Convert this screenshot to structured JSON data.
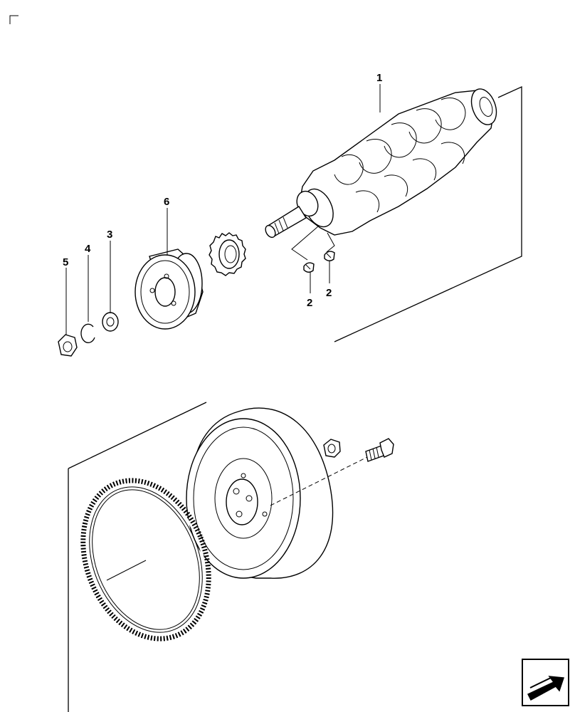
{
  "callouts": [
    {
      "id": "1",
      "label": "1",
      "part": "crankshaft"
    },
    {
      "id": "2a",
      "label": "2",
      "part": "woodruff-key"
    },
    {
      "id": "2b",
      "label": "2",
      "part": "woodruff-key"
    },
    {
      "id": "3",
      "label": "3",
      "part": "washer"
    },
    {
      "id": "4",
      "label": "4",
      "part": "retaining-ring"
    },
    {
      "id": "5",
      "label": "5",
      "part": "nut"
    },
    {
      "id": "6",
      "label": "6",
      "part": "pulley"
    }
  ],
  "icons": {
    "corner": "corner-mark-icon",
    "navigation": "next-page-arrow-icon"
  }
}
